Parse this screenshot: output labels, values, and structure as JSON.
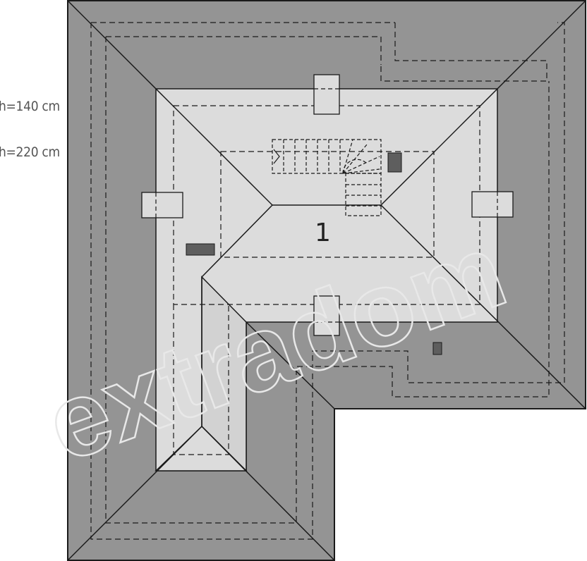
{
  "legend": {
    "h140": "h=140 cm",
    "h220": "h=220 cm"
  },
  "room": {
    "number": "1"
  },
  "watermark": {
    "text": "extradom"
  },
  "colors": {
    "roof": "#949494",
    "attic": "#dcdcdc",
    "line": "#1a1a1a",
    "chimney": "#5e5e5e"
  }
}
